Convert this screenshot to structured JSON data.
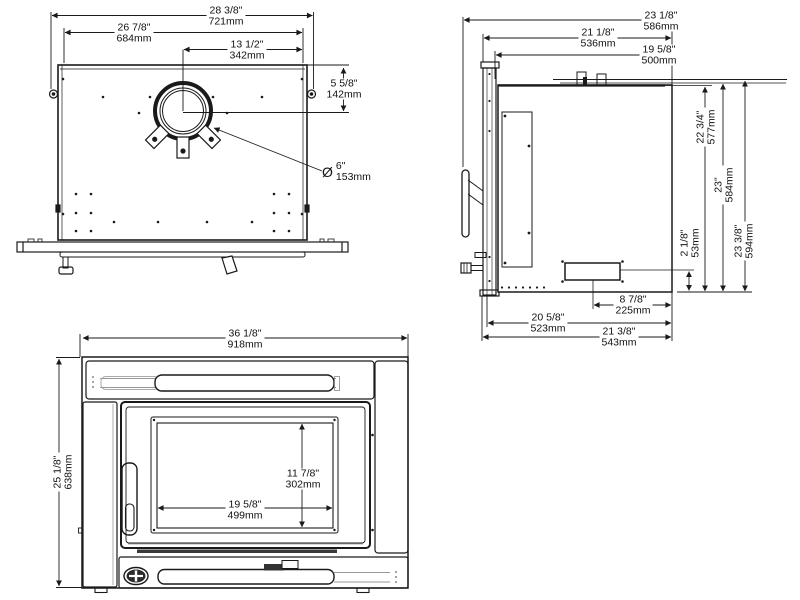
{
  "drawing": {
    "type": "fireplace-insert-dimension-drawing",
    "diameter_symbol": "Ø"
  },
  "dimensions": {
    "rear_overall_width": {
      "inches": "28 3/8\"",
      "mm": "721mm"
    },
    "rear_inner_width": {
      "inches": "26 7/8\"",
      "mm": "684mm"
    },
    "flue_center_offset": {
      "inches": "13 1/2\"",
      "mm": "342mm"
    },
    "flue_center_drop": {
      "inches": "5 5/8\"",
      "mm": "142mm"
    },
    "flue_diameter": {
      "inches": "6\"",
      "mm": "153mm"
    },
    "depth_overall": {
      "inches": "23 1/8\"",
      "mm": "586mm"
    },
    "depth_body": {
      "inches": "21 1/8\"",
      "mm": "536mm"
    },
    "depth_top": {
      "inches": "19 5/8\"",
      "mm": "500mm"
    },
    "height_firebox": {
      "inches": "22 3/4\"",
      "mm": "577mm"
    },
    "height_mid": {
      "inches": "23\"",
      "mm": "584mm"
    },
    "height_overall": {
      "inches": "23 3/8\"",
      "mm": "594mm"
    },
    "vent_bottom_offset": {
      "inches": "2 1/8\"",
      "mm": "53mm"
    },
    "vent_back_offset": {
      "inches": "8 7/8\"",
      "mm": "225mm"
    },
    "base_depth": {
      "inches": "20 5/8\"",
      "mm": "523mm"
    },
    "base_depth_overall": {
      "inches": "21 3/8\"",
      "mm": "543mm"
    },
    "front_width": {
      "inches": "36 1/8\"",
      "mm": "918mm"
    },
    "front_height": {
      "inches": "25 1/8\"",
      "mm": "638mm"
    },
    "glass_height": {
      "inches": "11 7/8\"",
      "mm": "302mm"
    },
    "glass_width": {
      "inches": "19 5/8\"",
      "mm": "499mm"
    }
  }
}
